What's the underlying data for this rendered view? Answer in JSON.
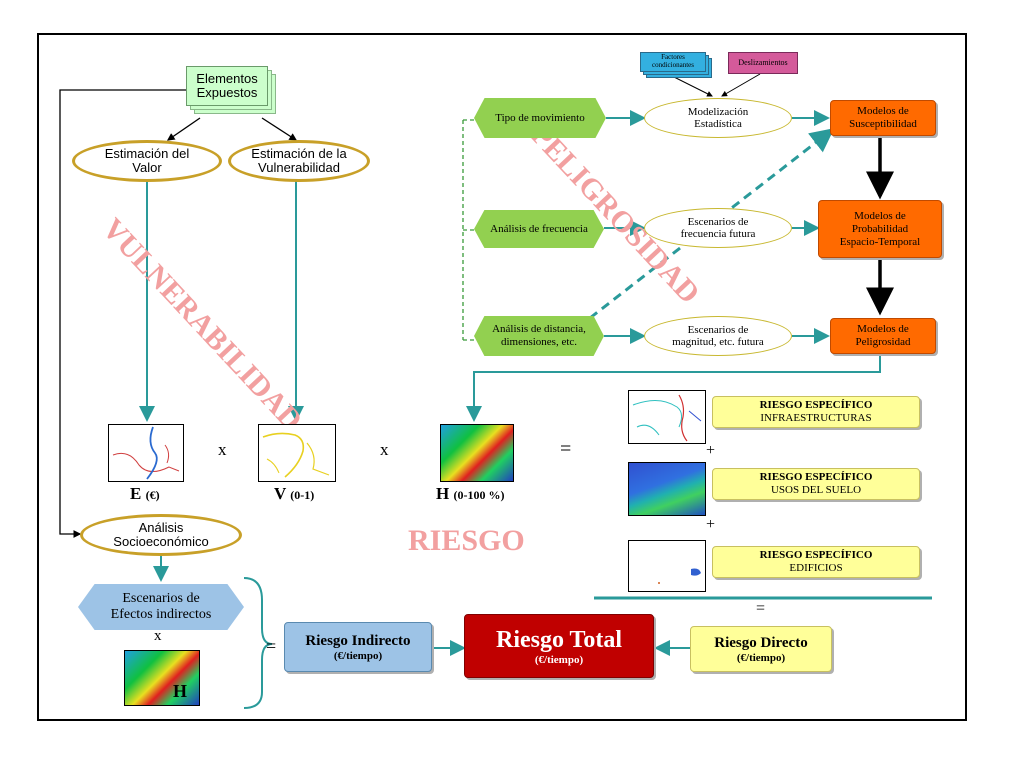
{
  "watermarks": {
    "vulnerabilidad": "VULNERABILIDAD",
    "peligrosidad": "PELIGROSIDAD",
    "riesgo": "RIESGO"
  },
  "vulnerability": {
    "elementos": [
      "Elementos",
      "Expuestos"
    ],
    "estimacion_valor": [
      "Estimación del",
      "Valor"
    ],
    "estimacion_vulnerabilidad": [
      "Estimación de la",
      "Vulnerabilidad"
    ],
    "analisis_socio": [
      "Análisis",
      "Socioeconómico"
    ]
  },
  "hazard": {
    "factores": "Factores condicionantes",
    "deslizamientos": "Deslizamientos",
    "tipo_movimiento": "Tipo de movimiento",
    "analisis_frecuencia": "Análisis de frecuencia",
    "analisis_distancia": [
      "Análisis de distancia,",
      "dimensiones, etc."
    ],
    "modelizacion": [
      "Modelización",
      "Estadística"
    ],
    "escenarios_frecuencia": [
      "Escenarios de",
      "frecuencia futura"
    ],
    "escenarios_magnitud": [
      "Escenarios de",
      "magnitud, etc. futura"
    ],
    "modelos_susceptibilidad": [
      "Modelos de",
      "Susceptibilidad"
    ],
    "modelos_probabilidad": [
      "Modelos de",
      "Probabilidad",
      "Espacio-Temporal"
    ],
    "modelos_peligrosidad": [
      "Modelos de",
      "Peligrosidad"
    ]
  },
  "equation": {
    "e_letter": "E",
    "e_unit": "(€)",
    "v_letter": "V",
    "v_unit": "(0-1)",
    "h_letter": "H",
    "h_unit": "(0-100 %)",
    "times": "x",
    "equals": "=",
    "plus": "+"
  },
  "specific_risks": [
    [
      "RIESGO ESPECÍFICO",
      "INFRAESTRUCTURAS"
    ],
    [
      "RIESGO ESPECÍFICO",
      "USOS DEL SUELO"
    ],
    [
      "RIESGO ESPECÍFICO",
      "EDIFICIOS"
    ]
  ],
  "indirect": {
    "escenarios": [
      "Escenarios de",
      "Efectos indirectos"
    ],
    "times": "x",
    "h_letter": "H"
  },
  "results": {
    "riesgo_indirecto": "Riesgo Indirecto",
    "riesgo_indirecto_unit": "(€/tiempo)",
    "riesgo_total": "Riesgo Total",
    "riesgo_total_unit": "(€/tiempo)",
    "riesgo_directo": "Riesgo Directo",
    "riesgo_directo_unit": "(€/tiempo)",
    "equals": "="
  },
  "colors": {
    "teal": "#2a9a9a",
    "green": "#92d050",
    "orange": "#ff6a00",
    "yellow": "#ffff99",
    "blue": "#9dc3e6",
    "red": "#c00000",
    "watermark": "#f2a0a0"
  }
}
